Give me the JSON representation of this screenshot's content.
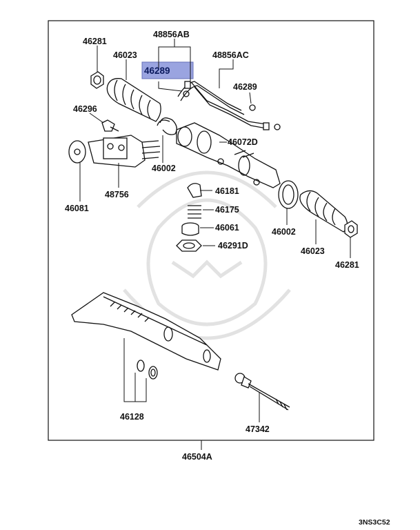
{
  "diagram": {
    "assembly_label": "46504A",
    "figure_code": "3NS3C52",
    "highlight_color": "#9aa4e0",
    "highlighted_part": "46289",
    "parts": [
      {
        "id": "p1",
        "label": "46281"
      },
      {
        "id": "p2",
        "label": "46023"
      },
      {
        "id": "p3",
        "label": "48856AB"
      },
      {
        "id": "p4",
        "label": "46289"
      },
      {
        "id": "p5",
        "label": "48856AC"
      },
      {
        "id": "p6",
        "label": "46289"
      },
      {
        "id": "p7",
        "label": "46296"
      },
      {
        "id": "p8",
        "label": "46072D"
      },
      {
        "id": "p9",
        "label": "46002"
      },
      {
        "id": "p10",
        "label": "46081"
      },
      {
        "id": "p11",
        "label": "48756"
      },
      {
        "id": "p12",
        "label": "46181"
      },
      {
        "id": "p13",
        "label": "46175"
      },
      {
        "id": "p14",
        "label": "46061"
      },
      {
        "id": "p15",
        "label": "46291D"
      },
      {
        "id": "p16",
        "label": "46002"
      },
      {
        "id": "p17",
        "label": "46023"
      },
      {
        "id": "p18",
        "label": "46281"
      },
      {
        "id": "p19",
        "label": "46128"
      },
      {
        "id": "p20",
        "label": "47342"
      }
    ]
  }
}
